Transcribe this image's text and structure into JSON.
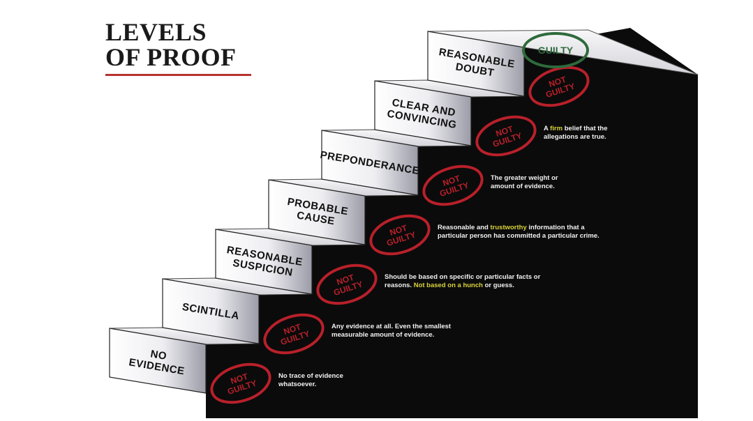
{
  "title": {
    "line1": "LEVELS",
    "line2": "OF PROOF"
  },
  "colors": {
    "background": "#ffffff",
    "title": "#1a1a1a",
    "title_underline": "#b8312f",
    "riser": "#0b0b0b",
    "tread_top": "#ececf0",
    "stamp_red": "#b8202a",
    "stamp_green": "#2e6a3c",
    "description_text": "#f2f2f2",
    "highlight_yellow": "#d8d23a"
  },
  "steps": [
    {
      "name": "no-evidence",
      "label_lines": [
        "NO",
        "EVIDENCE"
      ],
      "stamp": [
        "NOT",
        "GUILTY"
      ],
      "description": [
        [
          {
            "t": "No trace of evidence"
          }
        ],
        [
          {
            "t": "whatsoever."
          }
        ]
      ]
    },
    {
      "name": "scintilla",
      "label_lines": [
        "SCINTILLA"
      ],
      "stamp": [
        "NOT",
        "GUILTY"
      ],
      "description": [
        [
          {
            "t": "Any evidence at all. Even the smallest"
          }
        ],
        [
          {
            "t": "measurable amount of evidence."
          }
        ]
      ]
    },
    {
      "name": "reasonable-suspicion",
      "label_lines": [
        "REASONABLE",
        "SUSPICION"
      ],
      "stamp": [
        "NOT",
        "GUILTY"
      ],
      "description": [
        [
          {
            "t": "Should be based on specific or particular facts or"
          }
        ],
        [
          {
            "t": "reasons. "
          },
          {
            "t": "Not based on a hunch",
            "hl": true
          },
          {
            "t": " or guess."
          }
        ]
      ]
    },
    {
      "name": "probable-cause",
      "label_lines": [
        "PROBABLE",
        "CAUSE"
      ],
      "stamp": [
        "NOT",
        "GUILTY"
      ],
      "description": [
        [
          {
            "t": "Reasonable and "
          },
          {
            "t": "trustworthy",
            "hl": true
          },
          {
            "t": " information that a"
          }
        ],
        [
          {
            "t": "particular person has committed a particular crime."
          }
        ]
      ]
    },
    {
      "name": "preponderance",
      "label_lines": [
        "PREPONDERANCE"
      ],
      "stamp": [
        "NOT",
        "GUILTY"
      ],
      "description": [
        [
          {
            "t": "The greater weight or"
          }
        ],
        [
          {
            "t": "amount of evidence."
          }
        ]
      ]
    },
    {
      "name": "clear-and-convincing",
      "label_lines": [
        "CLEAR AND",
        "CONVINCING"
      ],
      "stamp": [
        "NOT",
        "GUILTY"
      ],
      "description": [
        [
          {
            "t": "A "
          },
          {
            "t": "firm",
            "hl": true
          },
          {
            "t": " belief that the"
          }
        ],
        [
          {
            "t": "allegations are true."
          }
        ]
      ]
    },
    {
      "name": "reasonable-doubt",
      "label_lines": [
        "REASONABLE",
        "DOUBT"
      ],
      "stamp": [
        "NOT",
        "GUILTY"
      ],
      "description": []
    }
  ],
  "top_stamp": "GUILTY"
}
